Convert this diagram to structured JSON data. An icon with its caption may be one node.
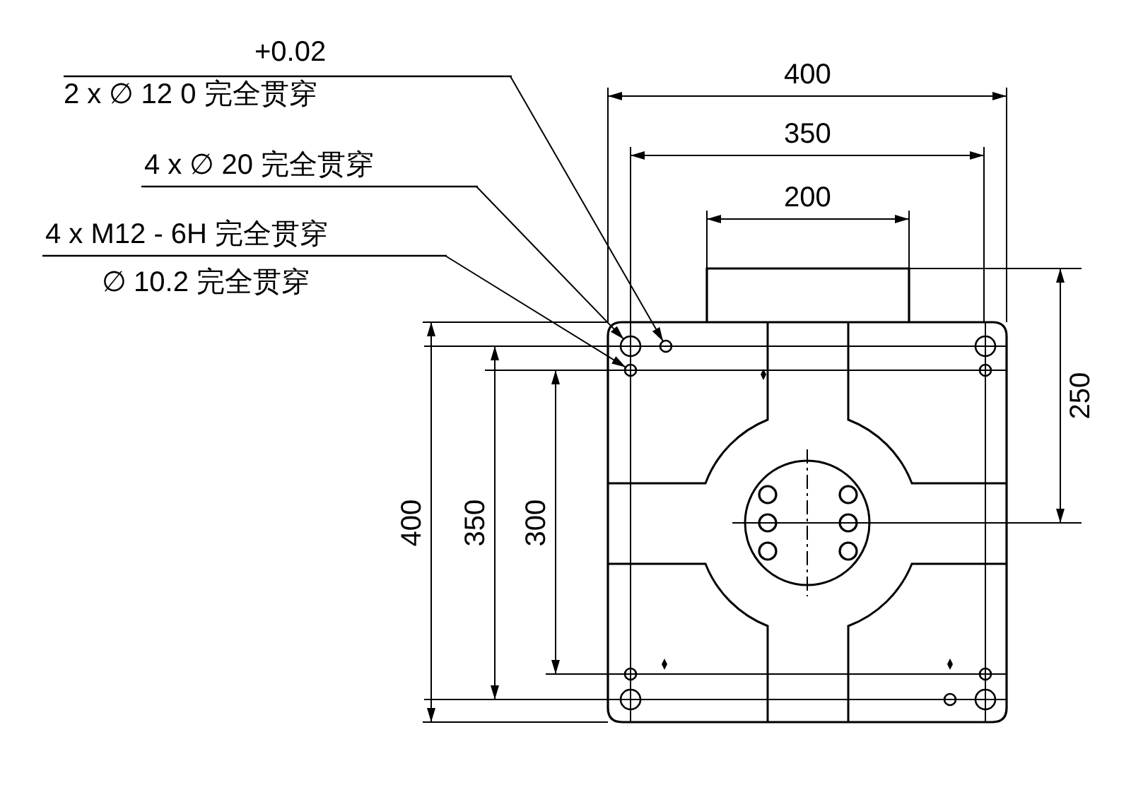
{
  "diagram": {
    "nodes": [
      {
        "text": [
          "+0.02",
          "2 x ∅ 12 0 完全贯穿"
        ]
      },
      {
        "text": [
          "4 x ∅ 20 完全贯穿"
        ]
      },
      {
        "text": [
          "4 x M12 - 6H 完全贯穿",
          "∅ 10.2 完全贯穿"
        ]
      },
      {
        "text": [],
        "shape": "circle"
      },
      {
        "text": [],
        "shape": "circle"
      },
      {
        "text": [],
        "shape": "circle"
      }
    ],
    "edges": [
      {
        "from": 0,
        "to": 3,
        "arrow": "to"
      },
      {
        "from": 1,
        "to": 4,
        "arrow": "to"
      },
      {
        "from": 2,
        "to": 5,
        "arrow": "to"
      }
    ],
    "labels": [
      "400",
      "350",
      "200",
      "250",
      "400",
      "350",
      "300"
    ]
  }
}
